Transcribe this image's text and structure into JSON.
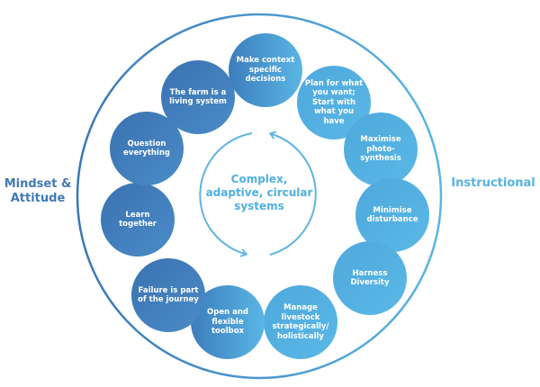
{
  "colors": {
    "mindset_dark": "#3f79b5",
    "instructional_light": "#55b3e3",
    "outer_ring": "#3e86c4",
    "center_ring": "#5db4e2"
  },
  "labels": {
    "left": "Mindset & Attitude",
    "right": "Instructional",
    "center": "Complex, adaptive, circular systems"
  },
  "nodes": [
    {
      "text": "Make context specific decisions",
      "group": "instructional"
    },
    {
      "text": "Plan for what you want; Start with what you have",
      "group": "instructional"
    },
    {
      "text": "Maximise photo-synthesis",
      "group": "instructional"
    },
    {
      "text": "Minimise disturbance",
      "group": "instructional"
    },
    {
      "text": "Harness Diversity",
      "group": "instructional"
    },
    {
      "text": "Manage livestock strategically/ holistically",
      "group": "instructional"
    },
    {
      "text": "Open and flexible toolbox",
      "group": "mindset"
    },
    {
      "text": "Failure is part of the journey",
      "group": "mindset"
    },
    {
      "text": "Learn together",
      "group": "mindset"
    },
    {
      "text": "Question everything",
      "group": "mindset"
    },
    {
      "text": "The farm is a living system",
      "group": "mindset"
    }
  ]
}
